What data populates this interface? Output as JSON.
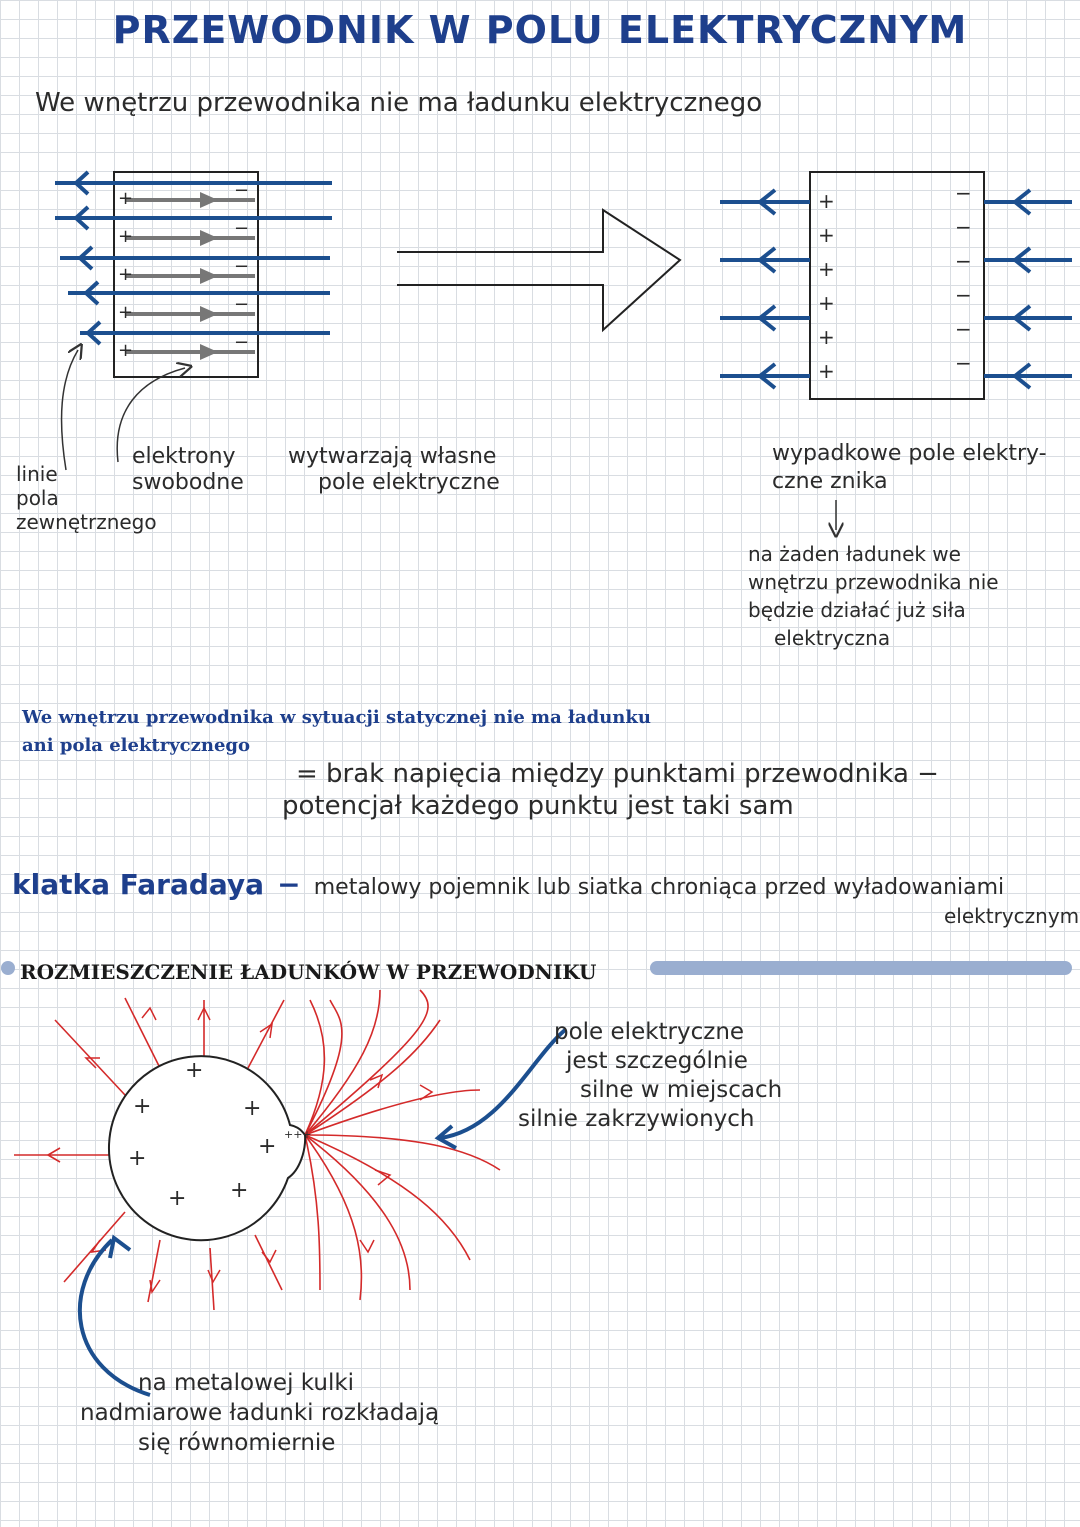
{
  "title": "PRZEWODNIK W POLU ELEKTRYCZNYM",
  "intro": "We wnętrzu przewodnika nie ma ładunku elektrycznego",
  "left_diagram": {
    "label_lines": [
      "linie",
      "pola",
      "zewnętrznego"
    ],
    "label_electrons": [
      "elektrony",
      "swobodne"
    ],
    "label_field": [
      "wytwarzają własne",
      "pole elektryczne"
    ],
    "plus": "+",
    "minus": "−"
  },
  "right_diagram": {
    "label_result": [
      "wypadkowe pole elektry-",
      "czne znika"
    ],
    "note": [
      "na żaden ładunek we",
      "wnętrzu przewodnika nie",
      "będzie działać już siła",
      "elektryczna"
    ],
    "plus": "+",
    "minus": "−"
  },
  "statement": [
    "We wnętrzu przewodnika w sytuacji statycznej nie ma ładunku",
    "ani pola elektrycznego"
  ],
  "statement_note": [
    "= brak napięcia między punktami przewodnika −",
    "potencjał każdego punktu jest taki sam"
  ],
  "faraday": {
    "term": "klatka Faradaya",
    "dash": "−",
    "definition": "metalowy pojemnik lub siatka chroniąca przed wyładowaniami",
    "definition_end": "elektrycznymi"
  },
  "section2": {
    "title": "ROZMIESZCZENIE ŁADUNKÓW W PRZEWODNIKU",
    "note_strong": [
      "pole elektryczne",
      "jest szczególnie",
      "silne w miejscach",
      "silnie zakrzywionych"
    ],
    "note_ball": [
      "na metalowej kulki",
      "nadmiarowe ładunki rozkładają",
      "się równomiernie"
    ],
    "plus": "+",
    "tip_plus": "+++"
  },
  "colors": {
    "title_blue": "#1e3f8c",
    "line_blue": "#1c4f8f",
    "arrow_gray": "#777777",
    "field_red": "#d42a2a",
    "section_bar": "#9aaed0"
  }
}
